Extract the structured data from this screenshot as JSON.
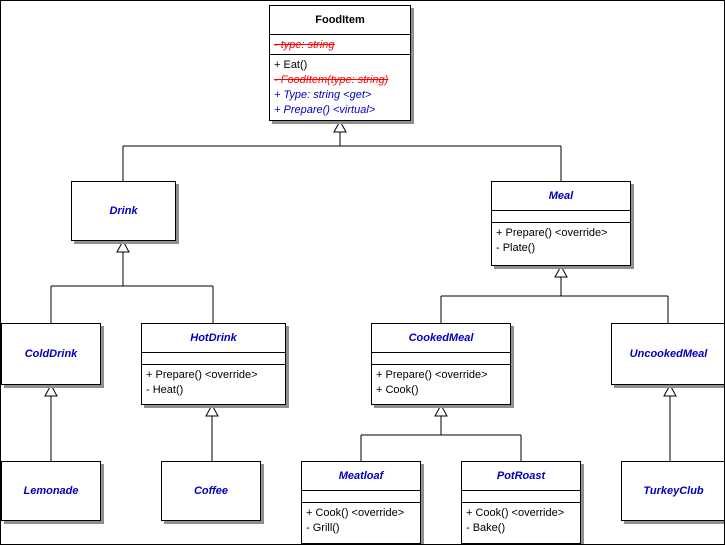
{
  "colors": {
    "abstract_title_blue": "#0000C0",
    "removed_red": "#FF0000",
    "added_blue": "#0000C0",
    "text_black": "#000000",
    "box_fill": "#FFFFFF",
    "shadow_gray": "#8F8F8F"
  },
  "classes": {
    "fooditem": {
      "title": "FoodItem",
      "attributes": [
        {
          "text": "- type: string",
          "style": "removed"
        }
      ],
      "methods": [
        {
          "text": "+ Eat()",
          "style": "normal"
        },
        {
          "text": "- FoodItem(type: string)",
          "style": "removed"
        },
        {
          "text": "+ Type: string <get>",
          "style": "added"
        },
        {
          "text": "+ Prepare() <virtual>",
          "style": "added"
        }
      ]
    },
    "drink": {
      "title": "Drink",
      "attributes": [],
      "methods": []
    },
    "meal": {
      "title": "Meal",
      "attributes": [],
      "methods": [
        {
          "text": "+ Prepare() <override>",
          "style": "normal"
        },
        {
          "text": "- Plate()",
          "style": "normal"
        }
      ]
    },
    "colddrink": {
      "title": "ColdDrink",
      "attributes": [],
      "methods": []
    },
    "hotdrink": {
      "title": "HotDrink",
      "attributes": [],
      "methods": [
        {
          "text": "+ Prepare() <override>",
          "style": "normal"
        },
        {
          "text": "- Heat()",
          "style": "normal"
        }
      ]
    },
    "cookedmeal": {
      "title": "CookedMeal",
      "attributes": [],
      "methods": [
        {
          "text": "+ Prepare() <override>",
          "style": "normal"
        },
        {
          "text": "+ Cook()",
          "style": "normal"
        }
      ]
    },
    "uncookedmeal": {
      "title": "UncookedMeal",
      "attributes": [],
      "methods": []
    },
    "lemonade": {
      "title": "Lemonade",
      "attributes": [],
      "methods": []
    },
    "coffee": {
      "title": "Coffee",
      "attributes": [],
      "methods": []
    },
    "meatloaf": {
      "title": "Meatloaf",
      "attributes": [],
      "methods": [
        {
          "text": "+ Cook() <override>",
          "style": "normal"
        },
        {
          "text": "- Grill()",
          "style": "normal"
        }
      ]
    },
    "potroast": {
      "title": "PotRoast",
      "attributes": [],
      "methods": [
        {
          "text": "+ Cook() <override>",
          "style": "normal"
        },
        {
          "text": "- Bake()",
          "style": "normal"
        }
      ]
    },
    "turkeyclub": {
      "title": "TurkeyClub",
      "attributes": [],
      "methods": []
    }
  },
  "relations": [
    {
      "child": "Drink",
      "parent": "FoodItem",
      "type": "inheritance"
    },
    {
      "child": "Meal",
      "parent": "FoodItem",
      "type": "inheritance"
    },
    {
      "child": "ColdDrink",
      "parent": "Drink",
      "type": "inheritance"
    },
    {
      "child": "HotDrink",
      "parent": "Drink",
      "type": "inheritance"
    },
    {
      "child": "CookedMeal",
      "parent": "Meal",
      "type": "inheritance"
    },
    {
      "child": "UncookedMeal",
      "parent": "Meal",
      "type": "inheritance"
    },
    {
      "child": "Lemonade",
      "parent": "ColdDrink",
      "type": "inheritance"
    },
    {
      "child": "Coffee",
      "parent": "HotDrink",
      "type": "inheritance"
    },
    {
      "child": "Meatloaf",
      "parent": "CookedMeal",
      "type": "inheritance"
    },
    {
      "child": "PotRoast",
      "parent": "CookedMeal",
      "type": "inheritance"
    },
    {
      "child": "TurkeyClub",
      "parent": "UncookedMeal",
      "type": "inheritance"
    }
  ]
}
